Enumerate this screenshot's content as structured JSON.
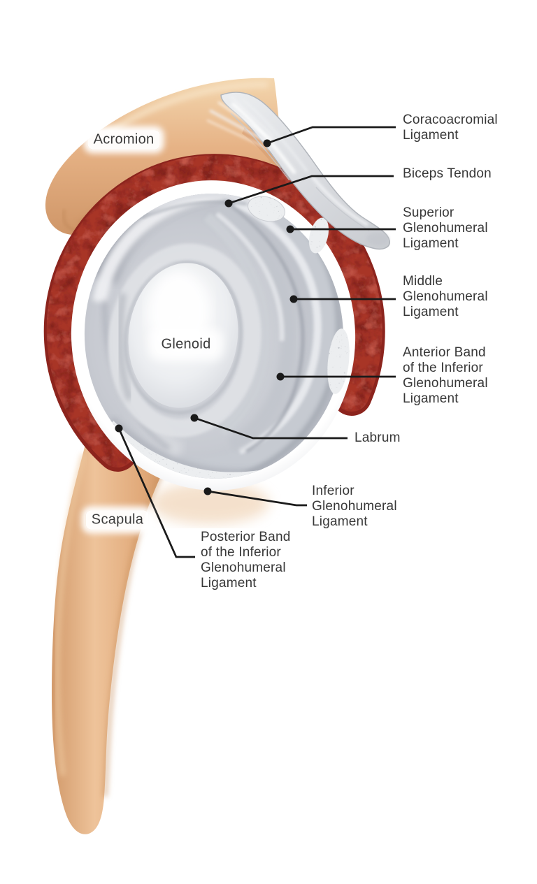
{
  "figure": {
    "background": "#ffffff"
  },
  "boxed_labels": [
    {
      "id": "acromion",
      "text": "Acromion"
    },
    {
      "id": "scapula",
      "text": "Scapula"
    },
    {
      "id": "glenoid",
      "text": "Glenoid"
    }
  ],
  "callouts": [
    {
      "id": "coracoacromial-ligament",
      "lines": [
        "Coracoacromial",
        "Ligament"
      ]
    },
    {
      "id": "biceps-tendon",
      "lines": [
        "Biceps Tendon"
      ]
    },
    {
      "id": "superior-glenohumeral-ligament",
      "lines": [
        "Superior",
        "Glenohumeral",
        "Ligament"
      ]
    },
    {
      "id": "middle-glenohumeral-ligament",
      "lines": [
        "Middle",
        "Glenohumeral",
        "Ligament"
      ]
    },
    {
      "id": "anterior-band-of-the-inferior-glenohumeral-ligament",
      "lines": [
        "Anterior Band",
        "of the Inferior",
        "Glenohumeral",
        "Ligament"
      ]
    },
    {
      "id": "labrum",
      "lines": [
        "Labrum"
      ]
    },
    {
      "id": "inferior-glenohumeral-ligament",
      "lines": [
        "Inferior",
        "Glenohumeral",
        "Ligament"
      ]
    },
    {
      "id": "posterior-band-of-the-inferior-glenohumeral-ligament",
      "lines": [
        "Posterior Band",
        "of the Inferior",
        "Glenohumeral",
        "Ligament"
      ]
    }
  ],
  "colors": {
    "text": "#373737",
    "leader_line": "#1a1a1a",
    "bone": "#e2ab7c",
    "tissue_red": "#a83428",
    "capsule_gray": "#c9ccd3",
    "ligament_gray": "#e2e4e7",
    "background": "#ffffff"
  }
}
